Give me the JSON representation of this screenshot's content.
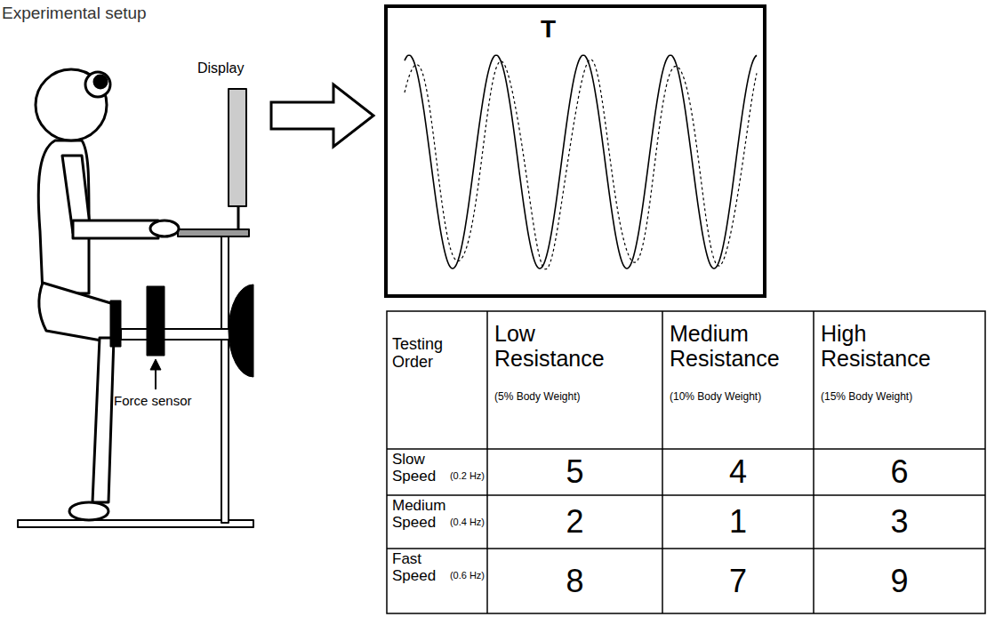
{
  "diagram": {
    "title": "Experimental setup",
    "nodes": [
      {
        "text": [
          "T"
        ]
      }
    ],
    "labels": [
      "Display",
      "Force sensor",
      "Testing Order",
      "Low Resistance",
      "(5% Body Weight)",
      "Medium Resistance",
      "(10% Body Weight)",
      "High Resistance",
      "(15% Body Weight)",
      "Slow Speed",
      "(0.2 Hz)",
      "5",
      "4",
      "6",
      "Medium Speed",
      "(0.4 Hz)",
      "2",
      "1",
      "3",
      "Fast Speed",
      "(0.6 Hz)",
      "8",
      "7",
      "9"
    ]
  }
}
